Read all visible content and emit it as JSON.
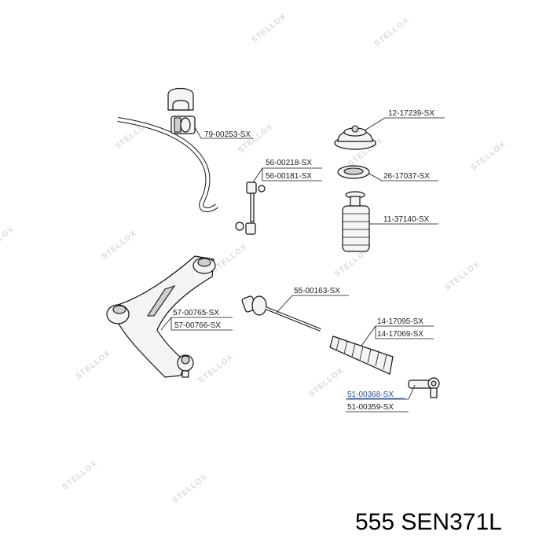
{
  "watermark": "STELLOX",
  "parts": {
    "bushing": "79-00253-SX",
    "link_a": "56-00218-SX",
    "link_b": "56-00181-SX",
    "strut_mount": "12-17239-SX",
    "bearing": "26-17037-SX",
    "boot": "11-37140-SX",
    "arm_a": "57-00765-SX",
    "arm_b": "57-00766-SX",
    "tie_rod": "55-00163-SX",
    "rack_boot_a": "14-17095-SX",
    "rack_boot_b": "14-17069-SX",
    "tie_end_a": "51-00368-SX",
    "tie_end_b": "51-00359-SX"
  },
  "footer": {
    "brand": "555",
    "part_number": "SEN371L"
  },
  "colors": {
    "highlight": "#1e4f9c",
    "watermark": "#d9d9d9"
  }
}
